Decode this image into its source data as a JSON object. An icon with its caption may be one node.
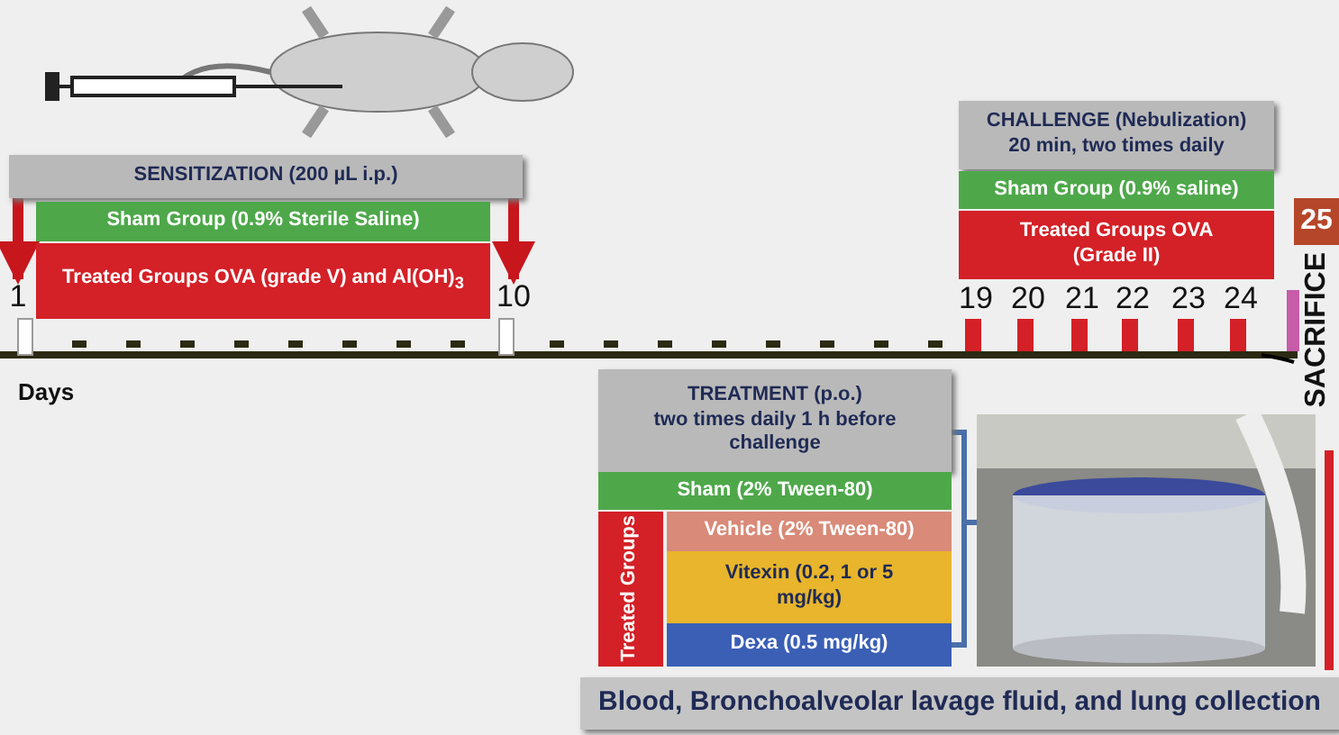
{
  "diagram": {
    "nodes": [
      {
        "text": [
          "SENSITIZATION (200 µL i.p.)"
        ]
      },
      {
        "text": [
          "Sham Group (0.9% Sterile Saline)"
        ]
      },
      {
        "text": [
          "Treated Groups OVA (grade V) and Al(OH)$_{3}$"
        ]
      },
      {
        "text": [
          "1"
        ]
      },
      {
        "text": [
          "10"
        ]
      },
      {
        "text": [
          "CHALLENGE (Nebulization)",
          "20 min, two times daily"
        ]
      },
      {
        "text": [
          "Sham Group (0.9% saline)"
        ]
      },
      {
        "text": [
          "Treated Groups OVA (Grade II)"
        ]
      },
      {
        "text": [
          "25"
        ]
      },
      {
        "text": [
          "TREATMENT (p.o.)",
          "two times daily 1 h before challenge"
        ]
      },
      {
        "text": [
          "Sham (2% Tween-80)"
        ]
      },
      {
        "text": [
          "Treated Groups"
        ]
      },
      {
        "text": [
          "Vehicle (2% Tween-80)"
        ]
      },
      {
        "text": [
          "Vitexin (0.2, 1 or 5 mg/kg)"
        ]
      },
      {
        "text": [
          "Dexa (0.5 mg/kg)"
        ]
      },
      {
        "text": [],
        "shape": "picture"
      },
      {
        "text": [
          "Blood, Bronchoalveolar lavage fluid, and lung collection"
        ]
      }
    ],
    "edges": [
      {
        "from": 0,
        "to": 3,
        "arrow": "to",
        "style": "thick"
      },
      {
        "from": 0,
        "to": 4,
        "arrow": "to",
        "style": "thick"
      },
      {
        "from": 9,
        "to": 15,
        "arrow": "none",
        "color": "#4a6fa8"
      },
      {
        "from": 14,
        "to": 15,
        "arrow": "none",
        "color": "#4a6fa8"
      }
    ],
    "labels": [
      "19",
      "20",
      "21",
      "22",
      "23",
      "24",
      "SACRIFICE",
      "Days"
    ]
  }
}
